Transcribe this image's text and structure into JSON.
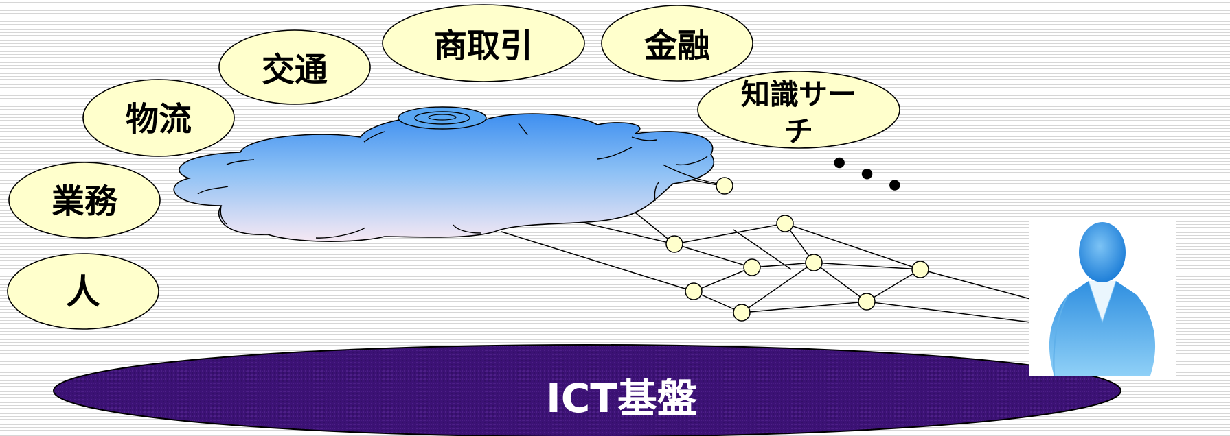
{
  "bubbles": [
    {
      "id": "jin",
      "label": "人"
    },
    {
      "id": "gyomu",
      "label": "業務"
    },
    {
      "id": "butsuryu",
      "label": "物流"
    },
    {
      "id": "kotsu",
      "label": "交通"
    },
    {
      "id": "shotorihiki",
      "label": "商取引"
    },
    {
      "id": "kinyu",
      "label": "金融"
    },
    {
      "id": "chishiki",
      "label_line1": "知識サー",
      "label_line2": "チ"
    }
  ],
  "ellipsis": "• • •",
  "base": {
    "label": "ICT基盤"
  },
  "colors": {
    "bubble_fill": "#ffffcc",
    "cloud_top": "#5aa7f3",
    "cloud_bottom": "#f4e6f2",
    "base_fill": "#3b0f74",
    "person": "#5fb0ea"
  },
  "icons": [
    "cloud-icon",
    "network-icon",
    "person-icon"
  ]
}
